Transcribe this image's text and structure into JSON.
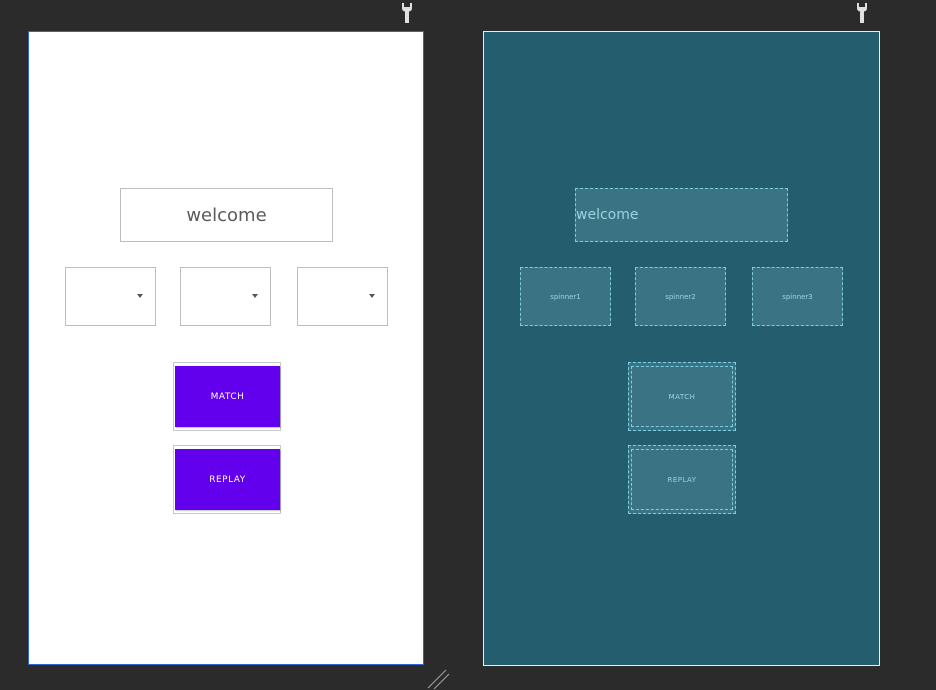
{
  "canvas": {
    "background": "#2b2b2b"
  },
  "icons": {
    "design_wrench": "wrench-icon",
    "blueprint_wrench": "wrench-icon",
    "resize": "resize-handle-icon"
  },
  "design": {
    "background": "#ffffff",
    "welcome_text": "welcome",
    "spinners": [
      "",
      "",
      ""
    ],
    "match_button": "MATCH",
    "replay_button": "REPLAY",
    "button_color": "#6200ee"
  },
  "blueprint": {
    "background": "#245d6e",
    "welcome_text": "welcome",
    "spinners": [
      "spinner1",
      "spinner2",
      "spinner3"
    ],
    "match_button": "MATCH",
    "replay_button": "REPLAY"
  }
}
